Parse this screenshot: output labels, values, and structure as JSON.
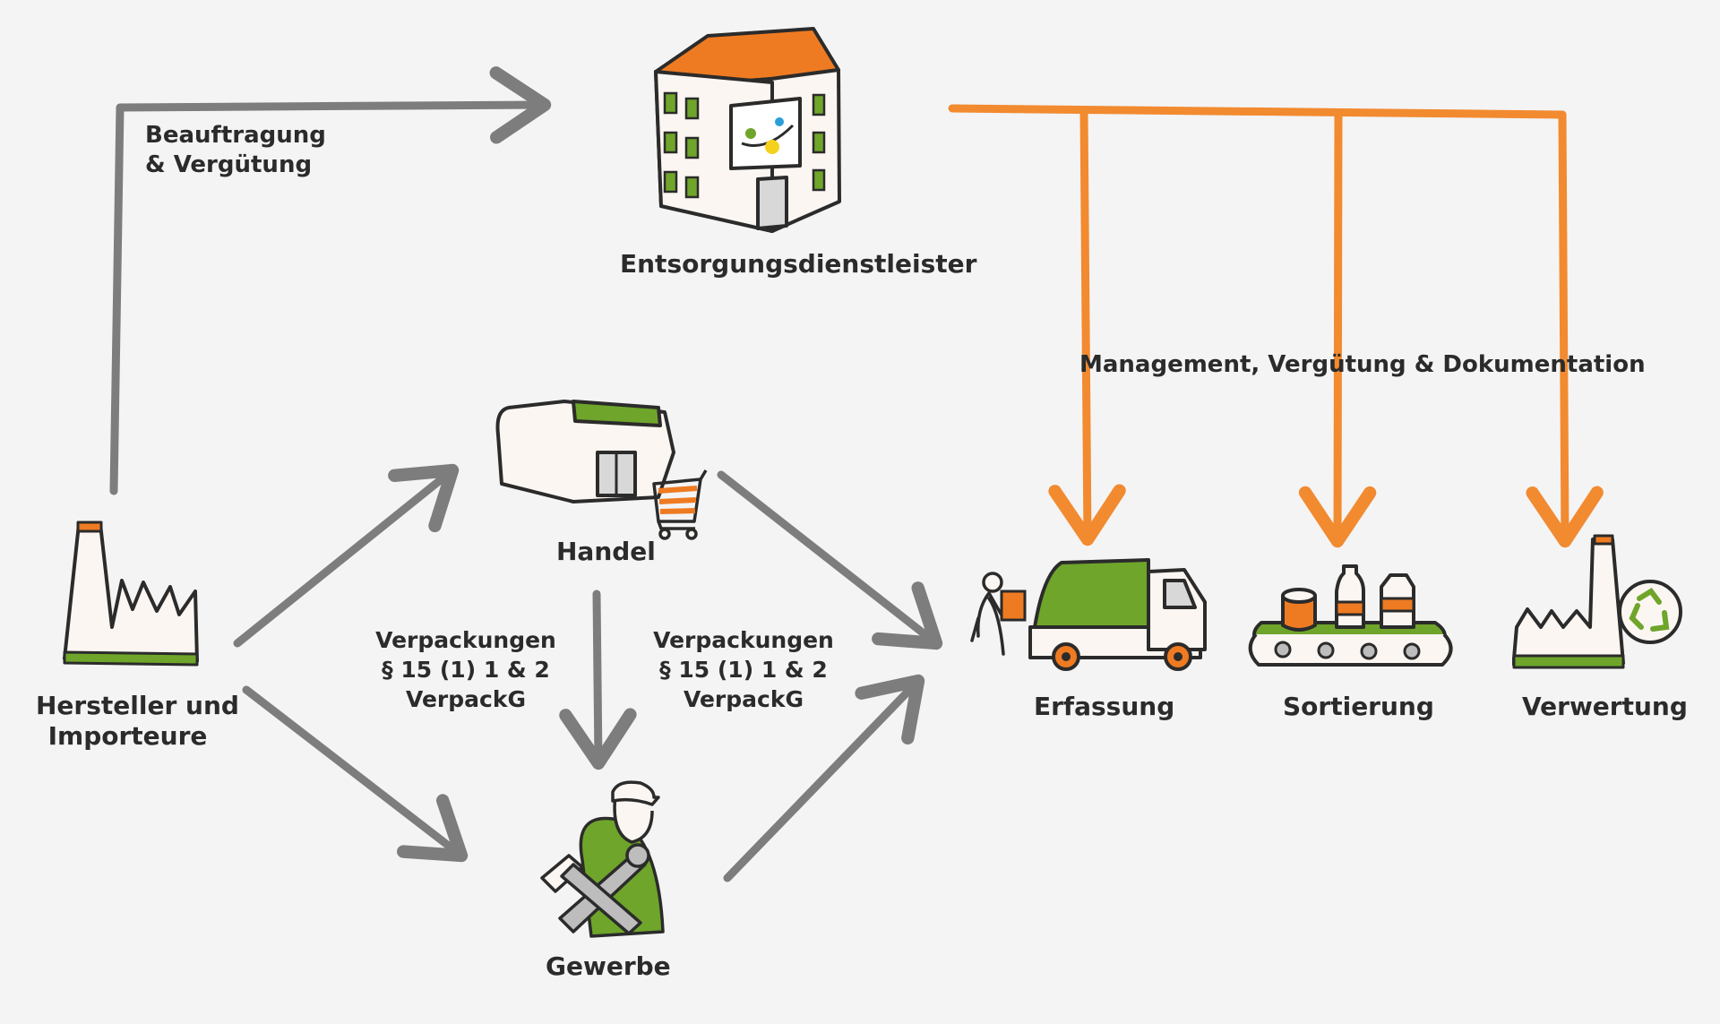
{
  "colors": {
    "background": "#f4f4f4",
    "gray_arrow": "#7d7d7d",
    "orange_arrow": "#f28a30",
    "green": "#6fa52a",
    "orange": "#ee7b22",
    "outline": "#2b2b2b"
  },
  "labels": {
    "commission": [
      "Beauftragung",
      "& Vergütung"
    ],
    "service_provider": "Entsorgungsdienstleister",
    "management": "Management, Vergütung & Dokumentation",
    "retail": "Handel",
    "manufacturers": [
      "Hersteller und",
      "Importeure"
    ],
    "packaging_left": [
      "Verpackungen",
      "§ 15 (1) 1 & 2",
      "VerpackG"
    ],
    "packaging_right": [
      "Verpackungen",
      "§ 15 (1) 1 & 2",
      "VerpackG"
    ],
    "trade": "Gewerbe",
    "collection": "Erfassung",
    "sorting": "Sortierung",
    "recycling": "Verwertung"
  },
  "icons": {
    "manufacturer": "factory-icon",
    "service_provider": "office-building-icon",
    "retail": "shop-with-cart-icon",
    "trade": "craftsman-with-tools-icon",
    "collection": "garbage-truck-icon",
    "sorting": "conveyor-belt-icon",
    "recycling": "recycling-plant-icon"
  }
}
